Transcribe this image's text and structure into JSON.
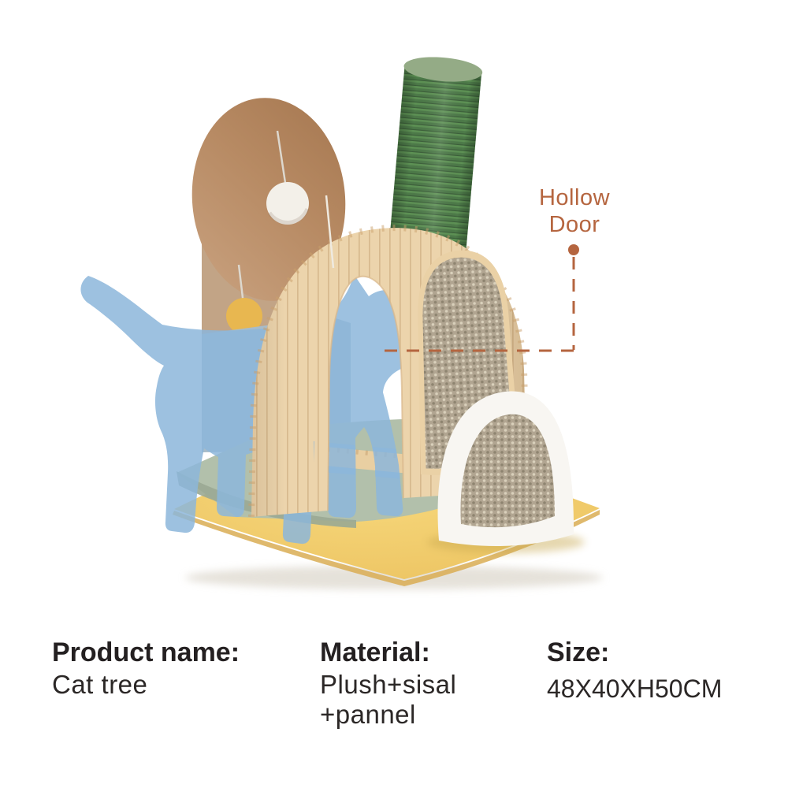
{
  "callout": {
    "lines": [
      "Hollow",
      "Door"
    ],
    "color": "#b5653f"
  },
  "specs": [
    {
      "label": "Product name:",
      "lines": [
        "Cat tree"
      ]
    },
    {
      "label": "Material:",
      "lines": [
        "Plush+sisal",
        "+pannel"
      ]
    },
    {
      "label": "Size:",
      "lines": [
        "48X40XH50CM"
      ]
    }
  ],
  "watermark": {
    "shape": "cat-silhouette"
  },
  "colors": {
    "background": "#ffffff",
    "accent_terracotta": "#b5653f",
    "text_dark": "#242021",
    "post_green": "#4d7a49",
    "post_top_plush": "#94ab86",
    "disc_brown": "#bd9674",
    "column_tan": "#c2a486",
    "panel_blue": "#a8bcc9",
    "platform_sage": "#b2c0ab",
    "mat_yellow": "#f3cf70",
    "mat_edge": "#d9ad53",
    "wood_light": "#ecd4ac",
    "crossbar_wood": "#e9cfa2",
    "sisal": "#b1a591",
    "pad_backing": "#ead1a6",
    "dome_white": "#f8f6f2",
    "pom_white": "#f3f0e9",
    "pom_yellow": "#e8b750",
    "string": "#ddd8ce",
    "cat_watermark": "#8cb6da"
  }
}
